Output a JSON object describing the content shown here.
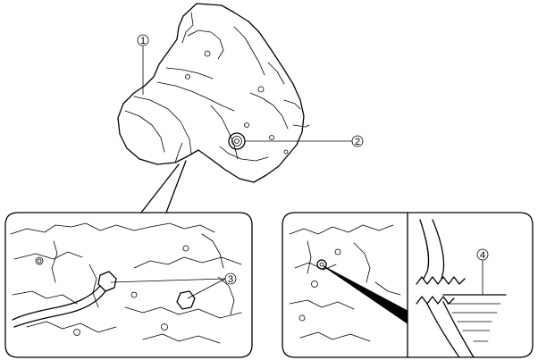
{
  "callouts": [
    {
      "id": "1",
      "label": "1"
    },
    {
      "id": "2",
      "label": "2"
    },
    {
      "id": "3",
      "label": "3"
    },
    {
      "id": "4",
      "label": "4"
    }
  ],
  "icons": {
    "transaxle": "transaxle-illustration-icon",
    "filler_plug": "filler-plug-icon",
    "oil_level": "oil-level-cutaway-icon"
  }
}
